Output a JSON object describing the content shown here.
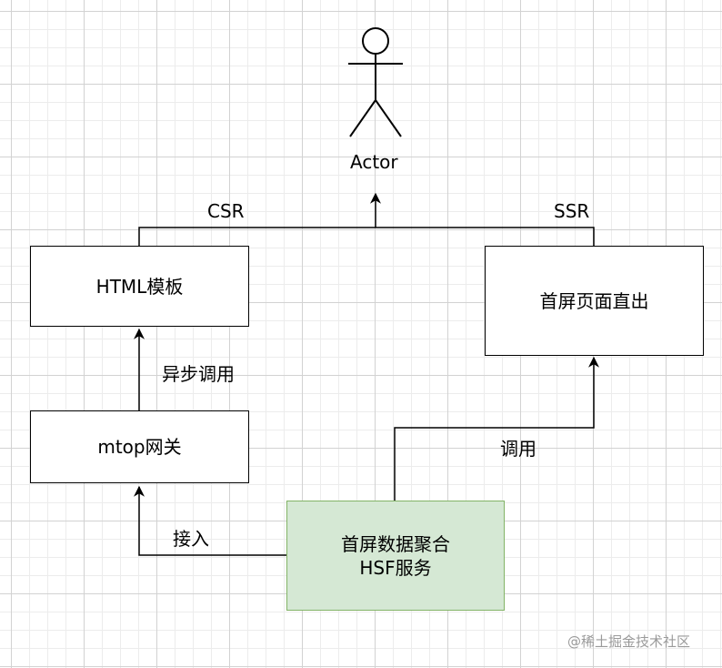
{
  "actor": {
    "label": "Actor"
  },
  "nodes": {
    "html_template": "HTML模板",
    "first_screen_direct": "首屏页面直出",
    "mtop_gateway": "mtop网关",
    "aggregation_service": "首屏数据聚合\nHSF服务"
  },
  "edges": {
    "csr": "CSR",
    "ssr": "SSR",
    "async_call": "异步调用",
    "call": "调用",
    "access": "接入"
  },
  "colors": {
    "stroke": "#000000",
    "service_fill": "#d5e8d4",
    "service_stroke": "#82b366"
  },
  "watermark": "@稀土掘金技术社区"
}
